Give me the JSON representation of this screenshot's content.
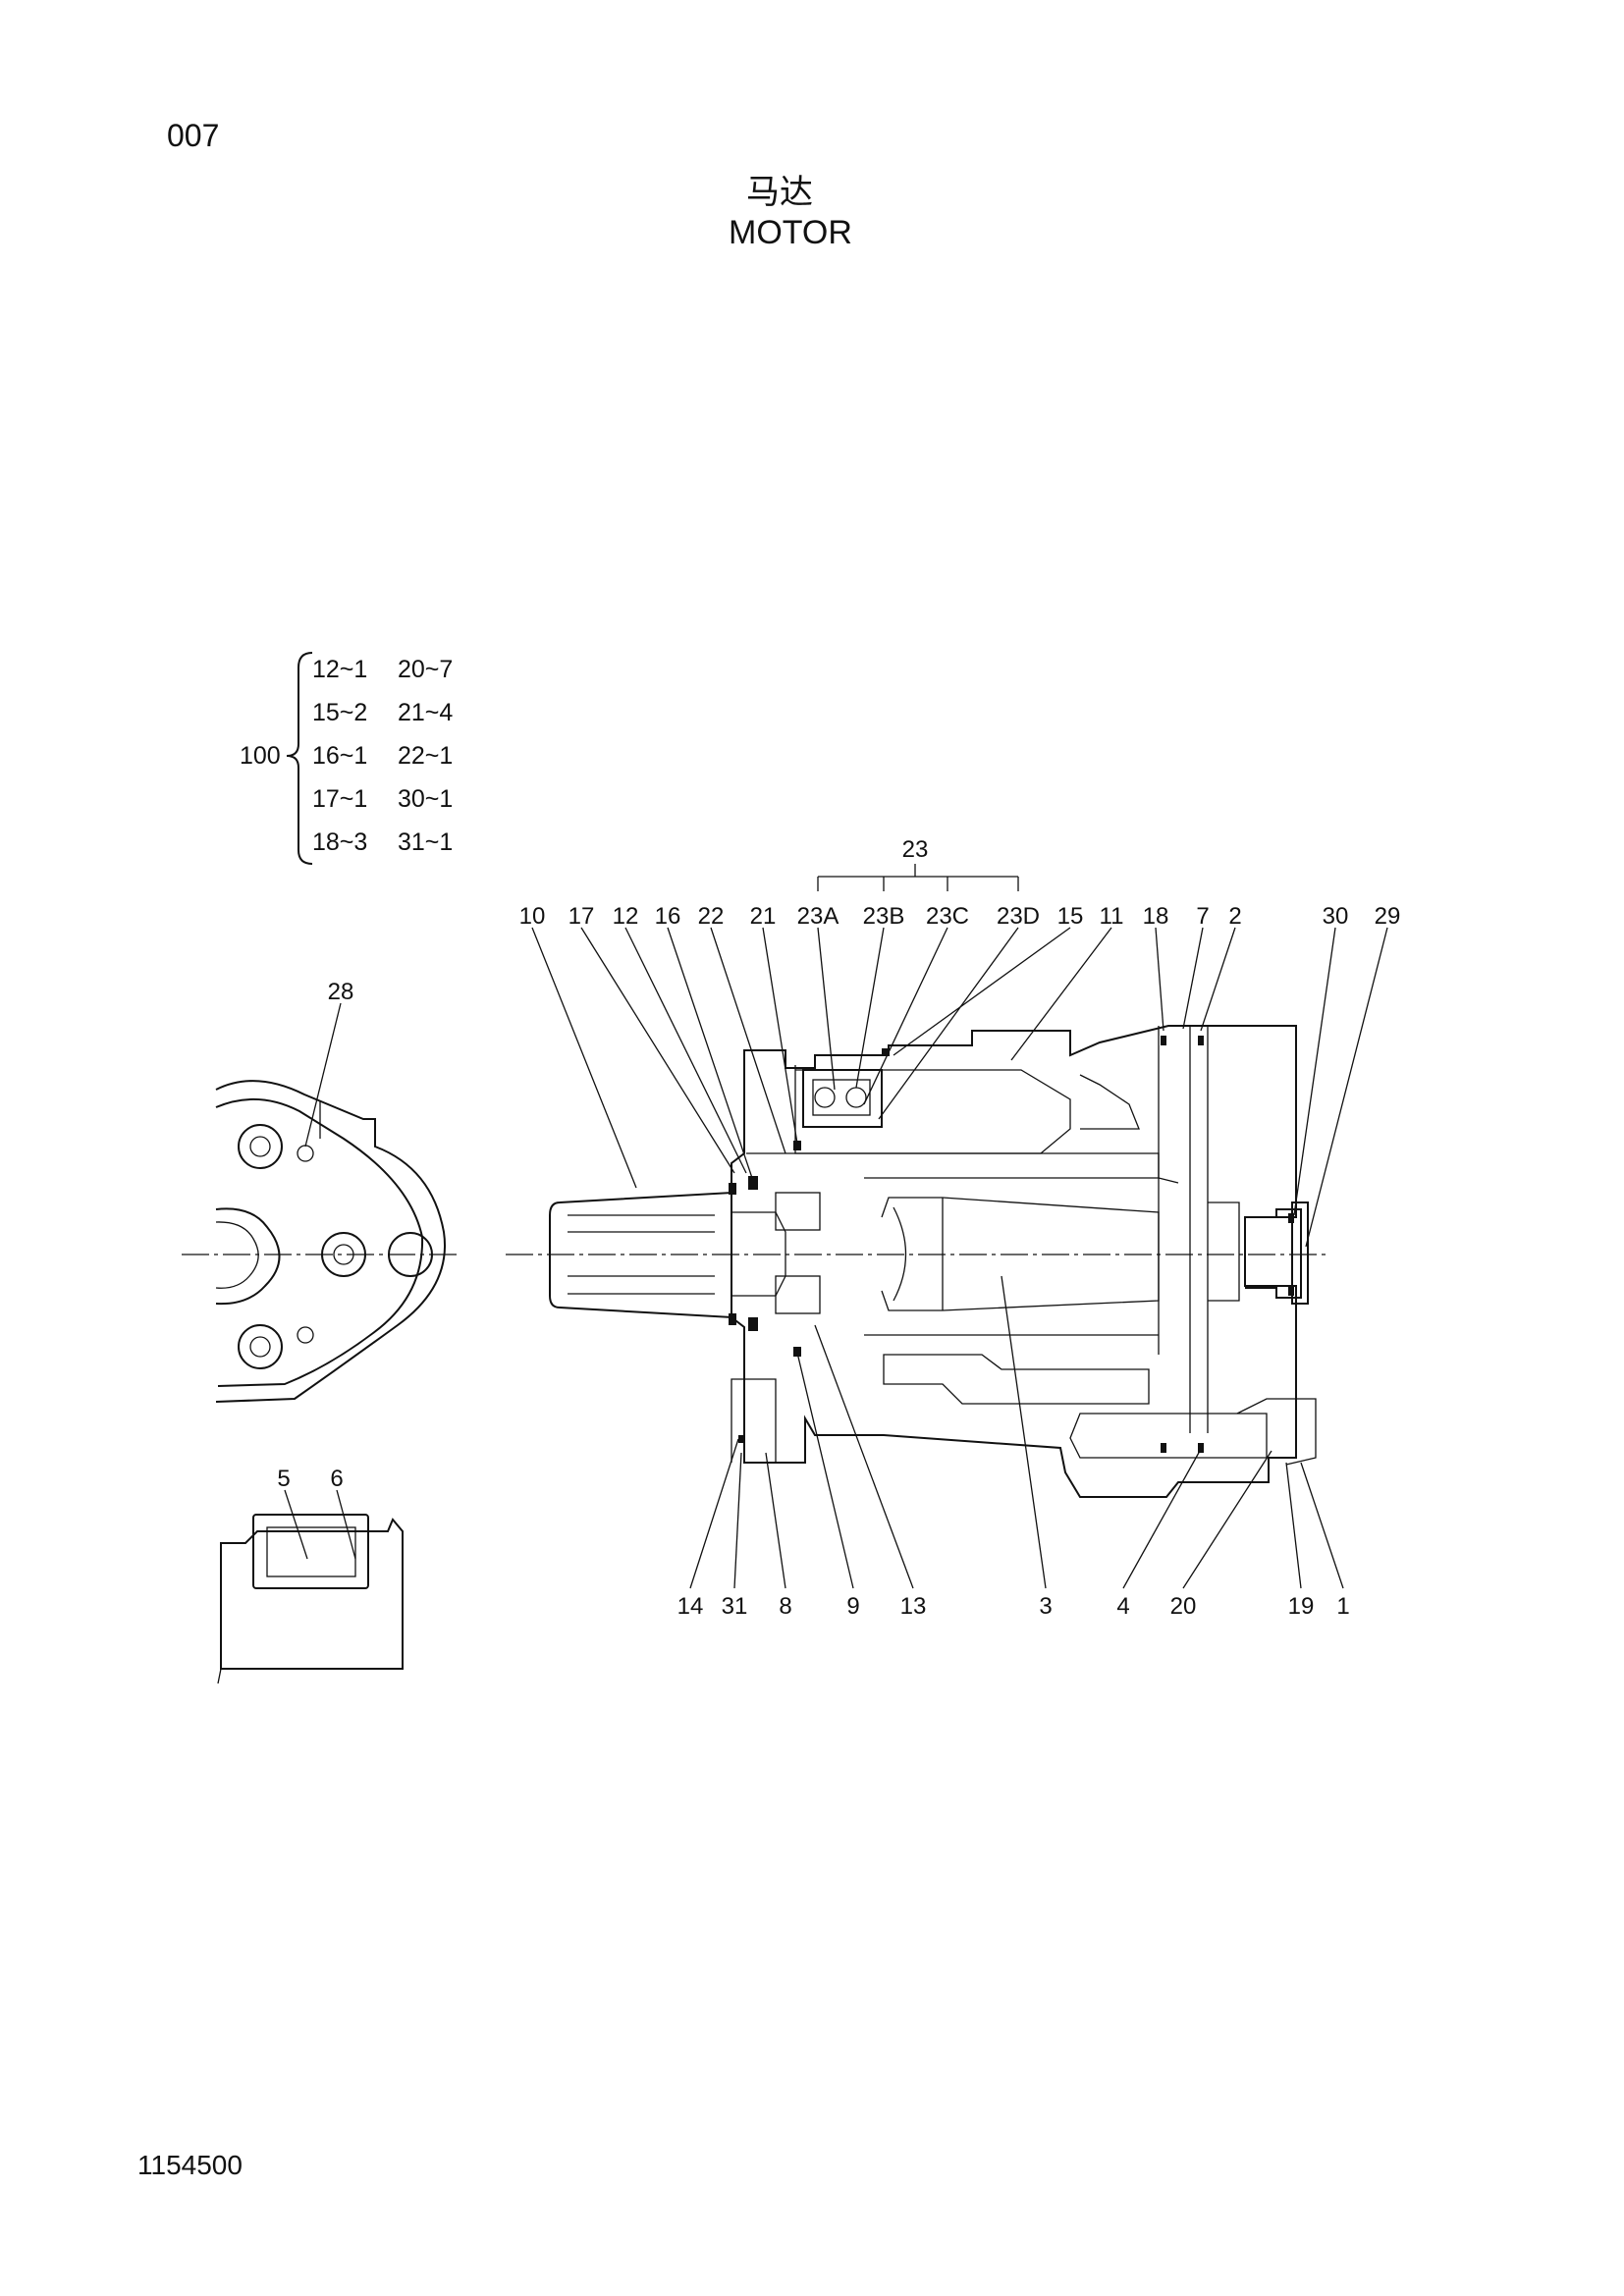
{
  "page_number": "007",
  "title_cn": "马达",
  "title_en": "MOTOR",
  "document_number": "1154500",
  "kit": {
    "label": "100",
    "items": [
      "12~1",
      "15~2",
      "16~1",
      "17~1",
      "18~3",
      "20~7",
      "21~4",
      "22~1",
      "30~1",
      "31~1"
    ]
  },
  "group_23": "23",
  "callouts": {
    "top": [
      "10",
      "17",
      "12",
      "16",
      "22",
      "21",
      "23A",
      "23B",
      "23C",
      "23D",
      "15",
      "11",
      "18",
      "7",
      "2",
      "30",
      "29"
    ],
    "bottom": [
      "14",
      "31",
      "8",
      "9",
      "13",
      "3",
      "4",
      "20",
      "19",
      "1"
    ],
    "side": [
      "28",
      "5",
      "6"
    ]
  }
}
